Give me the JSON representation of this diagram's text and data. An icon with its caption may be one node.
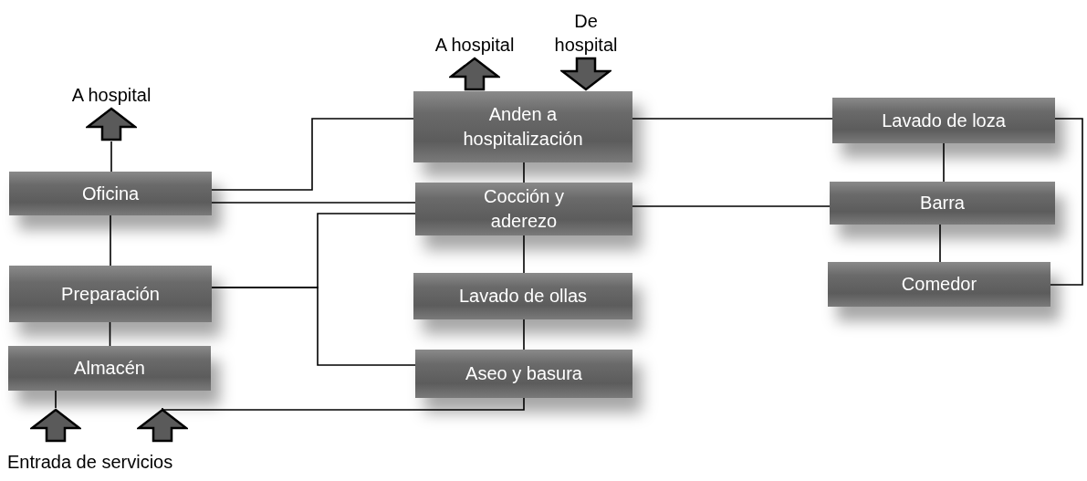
{
  "diagram": {
    "nodes": [
      {
        "text": [
          "Oficina"
        ]
      },
      {
        "text": [
          "Preparación"
        ]
      },
      {
        "text": [
          "Almacén"
        ]
      },
      {
        "text": [
          "Anden a hospitalización"
        ]
      },
      {
        "text": [
          "Cocción y aderezo"
        ]
      },
      {
        "text": [
          "Lavado de ollas"
        ]
      },
      {
        "text": [
          "Aseo y basura"
        ]
      },
      {
        "text": [
          "Lavado de loza"
        ]
      },
      {
        "text": [
          "Barra"
        ]
      },
      {
        "text": [
          "Comedor"
        ]
      },
      {
        "text": [
          "A hospital"
        ]
      },
      {
        "text": [
          "A hospital"
        ]
      },
      {
        "text": [
          "De hospital"
        ]
      },
      {
        "text": [],
        "shape": "arrow"
      },
      {
        "text": [],
        "shape": "arrow"
      }
    ],
    "edges": [
      {
        "from": 0,
        "to": 10,
        "arrow": "none"
      },
      {
        "from": 0,
        "to": 1,
        "arrow": "none"
      },
      {
        "from": 1,
        "to": 2,
        "arrow": "none"
      },
      {
        "from": 2,
        "to": 13,
        "arrow": "none"
      },
      {
        "from": 0,
        "to": 3,
        "arrow": "none"
      },
      {
        "from": 0,
        "to": 4,
        "arrow": "none"
      },
      {
        "from": 1,
        "to": 4,
        "arrow": "none"
      },
      {
        "from": 1,
        "to": 6,
        "arrow": "none"
      },
      {
        "from": 3,
        "to": 4,
        "arrow": "none"
      },
      {
        "from": 4,
        "to": 5,
        "arrow": "none"
      },
      {
        "from": 5,
        "to": 6,
        "arrow": "none"
      },
      {
        "from": 6,
        "to": 14,
        "arrow": "none"
      },
      {
        "from": 3,
        "to": 7,
        "arrow": "none"
      },
      {
        "from": 4,
        "to": 8,
        "arrow": "none"
      },
      {
        "from": 7,
        "to": 8,
        "arrow": "none"
      },
      {
        "from": 8,
        "to": 9,
        "arrow": "none"
      },
      {
        "from": 7,
        "to": 9,
        "arrow": "none"
      }
    ],
    "labels": [
      "Entrada de servicios"
    ]
  }
}
